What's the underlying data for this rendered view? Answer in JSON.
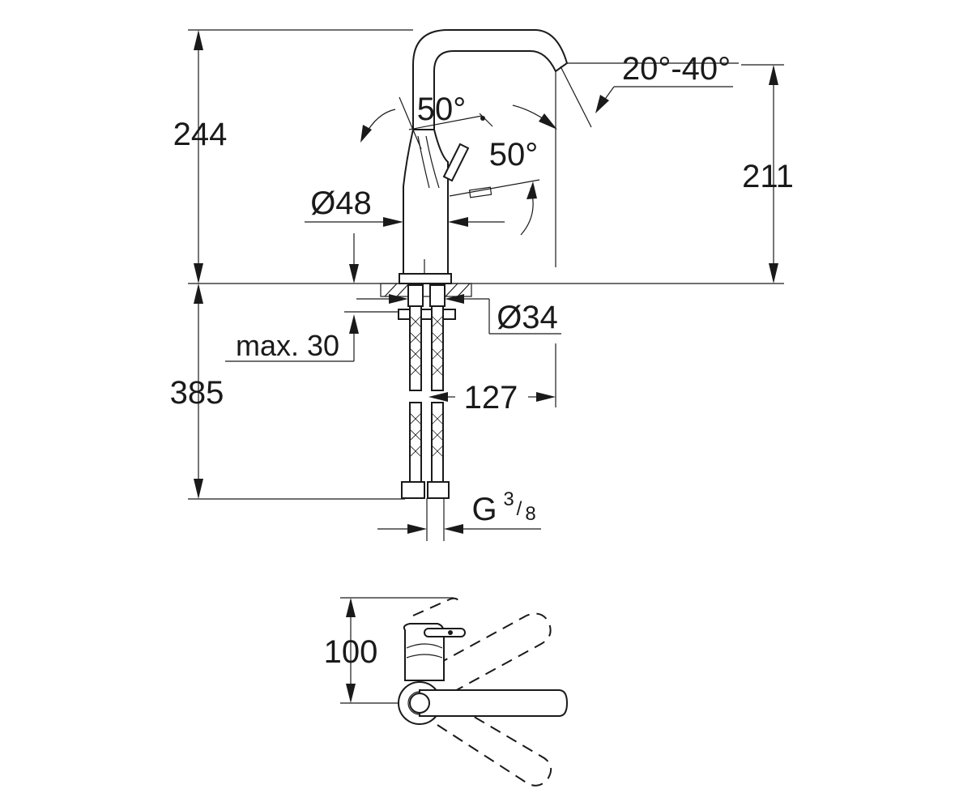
{
  "dimensions": {
    "total_height": "244",
    "spout_height": "211",
    "below_deck_length": "385",
    "body_diameter": "Ø48",
    "hole_diameter": "Ø34",
    "deck_thickness": "max. 30",
    "spout_reach": "127",
    "thread_main": "G",
    "thread_numerator": "3",
    "thread_slash": "/",
    "thread_denominator": "8",
    "plan_depth": "100"
  },
  "angles": {
    "lever_rotation_front": "50°",
    "lever_rotation_side": "50°",
    "spout_tilt": "20°-40°"
  },
  "colors": {
    "line": "#1a1a1a",
    "background": "#ffffff"
  }
}
